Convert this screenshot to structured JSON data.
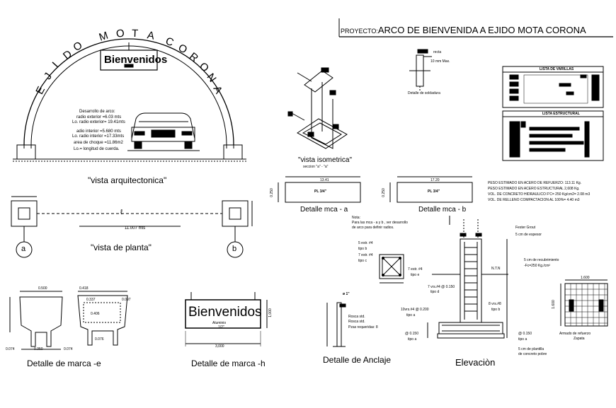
{
  "title": {
    "prefix": "PROYECTO:",
    "text": "ARCO DE BIENVENIDA  A EJIDO MOTA CORONA"
  },
  "arch": {
    "sign": "Bienvenidos",
    "letters": [
      "E",
      "J",
      "I",
      "D",
      "O",
      "M",
      "O",
      "T",
      "A",
      "C",
      "O",
      "R",
      "O",
      "N",
      "A"
    ],
    "notes": [
      "Desarrollo de arco:",
      "radio exterior =6.03 mts",
      "Lo. radio exterior= 19.41mts",
      "adio interior =5.680 mts",
      "Lo. radio interior =17.33mts",
      "area de choque =11.86m2",
      "Lo.= longitud de cuerda."
    ]
  },
  "captions": {
    "vista_arquitectonica": "\"vista arquitectonica\"",
    "vista_planta": "\"vista de planta\"",
    "vista_isometrica": "\"vista isometrica\"",
    "seccion": "seccion \"a\" - \"a\"",
    "detalle_a": "Detalle mca - a",
    "detalle_b": "Detalle mca - b",
    "detalle_e": "Detalle de marca -e",
    "detalle_h": "Detalle de marca -h",
    "detalle_anclaje": "Detalle de Anclaje",
    "elevacion": "Elevaciòn",
    "armado": "Armado de refuerzo",
    "zapata": "Zapata",
    "detalle_soldadura": "Detalle de soldadura"
  },
  "plan": {
    "axis_a": "a",
    "axis_b": "b",
    "dim": "11.007 mts",
    "cl": "ℓ"
  },
  "soldadura": {
    "recta": "recta",
    "max": "10 mm Max."
  },
  "mca": {
    "a_dim": "13.41",
    "b_dim": "17.20",
    "a_label": "PL 3/4\"",
    "b_label": "PL 3/4\"",
    "height": "0.250"
  },
  "weights": [
    "PESO ESTIMADO EN ACERO DE REFUERZO: 113.11 Kg.",
    "PESO ESTIMADO EN ACERO ESTRUCTURAL 2,608 Kg.",
    "VOL. DE CONCRETO HIDRAULICO F'C= 250 Kg/cm2= 2.08 m3",
    "VOL. DE RELLENO COMPACTACION  AL 100%= 4.40 m3"
  ],
  "tables": {
    "varillas": "LISTA DE VARILLAS",
    "estructural": "LISTA ESTRUCTURAL"
  },
  "note": [
    "Nota:",
    "Para las mca - a y b , ver desarrollo",
    "de arco para definir radios."
  ],
  "elev_notes": {
    "estr1": "5 estr. #4",
    "est1": "@ 0.150",
    "tipo_b": "tipo b",
    "estr2": "7 estr. #4",
    "tipo_c": "tipo c",
    "tipo_d": "tipo d",
    "estr3": "7 estr. #4",
    "tipo_e": "tipo e",
    "vrs": "7 vrs.#4 @ 0.150",
    "tipo_d2": "tipo d",
    "vrs2": "8 vrs.#8",
    "tipo_b2": "tipo b",
    "var1": "10vrs.#4 @ 0.200",
    "tipo_a": "tipo a",
    "var2": "@ 0.150",
    "tipo_a2": "tipo a",
    "fester": "Fester Grout",
    "espesor": "5 cm de espesor",
    "ntn": "N.T.N",
    "recub": "5 cm de recubrimiento",
    "fc": "-Fc=250 Kg./cm²",
    "plantilla": "5 cm de plantilla",
    "plantilla2": "de concreto pobre"
  },
  "anclaje": {
    "r1": "Rosca std.",
    "r2": "Rosca std.",
    "pijas": "Pzas requeridas: 8",
    "dia": "ø 1\""
  },
  "marca_e": {
    "d1": "0.500",
    "d2": "0.418",
    "d3": "0.337",
    "d4": "0.097",
    "d5": "0.406",
    "d6": "0.350",
    "d7": "0.076",
    "d8": "0.074"
  },
  "marca_h": {
    "sign": "Bienvenidos",
    "sub1": "Aluminio",
    "sub2": "1/2\"",
    "width": "3,000",
    "height": "1,000"
  },
  "zapata": {
    "dim": "1.600",
    "dim2": "1.600"
  }
}
